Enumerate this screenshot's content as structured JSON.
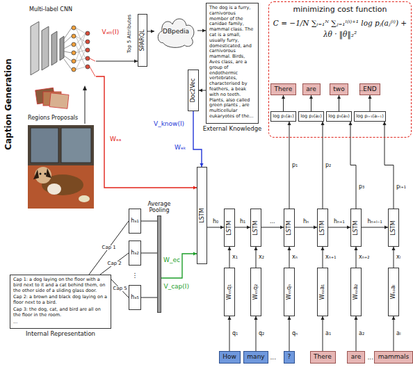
{
  "diagram": {
    "nodes": [
      {
        "text": [
          "Multi-label CNN"
        ]
      },
      {
        "text": [
          "SPARQL"
        ]
      },
      {
        "text": [
          "DBpedia"
        ]
      },
      {
        "text": [
          "The dog is a furry, carnivorous member of the canidae family, mammal class. The cat is a small, usually furry, domesticated, and carnivorous mammal. Birds, Aves class, are a group of endothermic vertebrates, characterised by feathers, a beak with no teeth. Plants, also called green plants , are multicellular eukaryotes of the...",
          "External Knowledge"
        ]
      },
      {
        "text": [
          "Doc2Vec"
        ]
      },
      {
        "text": [
          "Cap 1: a dog laying on the floor with a bird next to it and a cat behind them, on the other side of a sliding glass door.",
          "Cap 2: a brown and black dog laying on a floor next to a bird.",
          "Cap 3: the dog, cat, and bird are all on the floor in the room.",
          "...",
          "Internal Representation"
        ]
      },
      {
        "text": [
          "hₛ₁"
        ]
      },
      {
        "text": [
          "hₛ₂"
        ]
      },
      {
        "text": [
          "hₛ₅"
        ]
      },
      {
        "text": [
          "Average Pooling"
        ]
      },
      {
        "text": [
          "LSTM"
        ]
      },
      {
        "text": [
          "LSTM"
        ]
      },
      {
        "text": [
          "LSTM"
        ]
      },
      {
        "text": [
          "LSTM"
        ]
      },
      {
        "text": [
          "LSTM"
        ]
      },
      {
        "text": [
          "LSTM"
        ]
      },
      {
        "text": [
          "LSTM"
        ]
      },
      {
        "text": [
          "Wₑₛq₁"
        ]
      },
      {
        "text": [
          "Wₑₛq₂"
        ]
      },
      {
        "text": [
          "Wₑₛqₙ"
        ]
      },
      {
        "text": [
          "Wₑₐa₁"
        ]
      },
      {
        "text": [
          "Wₑₐa₂"
        ]
      },
      {
        "text": [
          "Wₑₐaₗ"
        ]
      },
      {
        "text": [
          "How"
        ]
      },
      {
        "text": [
          "many"
        ]
      },
      {
        "text": [
          "?"
        ]
      },
      {
        "text": [
          "There"
        ]
      },
      {
        "text": [
          "are"
        ]
      },
      {
        "text": [
          "mammals"
        ]
      },
      {
        "text": [
          "minimizing cost function",
          "C = −1/N ∑ᵢ₌₁ᴺ ∑ⱼ₌₁ˡ⁽ⁱ⁾⁺¹ log pⱼ(aⱼ⁽ⁱ⁾) + λθ · ‖θ‖₂²"
        ]
      },
      {
        "text": [
          "log p₁(a₁)"
        ],
        "in": 29
      },
      {
        "text": [
          "log p₂(a₂)"
        ],
        "in": 29
      },
      {
        "text": [
          "log p₃(a₃)"
        ],
        "in": 29
      },
      {
        "text": [
          "log pₗ₊₁(aₗ₊₁)"
        ],
        "in": 29
      },
      {
        "text": [
          "There"
        ],
        "in": 29
      },
      {
        "text": [
          "are"
        ],
        "in": 29
      },
      {
        "text": [
          "two"
        ],
        "in": 29
      },
      {
        "text": [
          "END"
        ],
        "in": 29
      }
    ],
    "edges": [
      {
        "from": 0,
        "to": 1,
        "label": "Top 5 Attributes",
        "arrow": "to"
      },
      {
        "from": 1,
        "to": 2,
        "arrow": "to"
      },
      {
        "from": 2,
        "to": 3,
        "arrow": "to"
      },
      {
        "from": 3,
        "to": 4,
        "arrow": "to"
      },
      {
        "from": 4,
        "to": 10,
        "label": "Wₑₖ",
        "arrow": "to"
      },
      {
        "from": 0,
        "to": 10,
        "label": "Wₑₐ",
        "arrow": "to"
      },
      {
        "from": 5,
        "to": 6,
        "label": "Cap 1",
        "arrow": "none"
      },
      {
        "from": 5,
        "to": 7,
        "label": "Cap 2",
        "arrow": "none"
      },
      {
        "from": 5,
        "to": 8,
        "label": "Cap 5",
        "arrow": "none"
      },
      {
        "from": 6,
        "to": 9,
        "arrow": "none"
      },
      {
        "from": 7,
        "to": 9,
        "arrow": "none"
      },
      {
        "from": 8,
        "to": 9,
        "arrow": "none"
      },
      {
        "from": 9,
        "to": 10,
        "label": "W_ec",
        "arrow": "to"
      },
      {
        "from": 10,
        "to": 11,
        "label": "h₀",
        "arrow": "to"
      },
      {
        "from": 11,
        "to": 12,
        "label": "h₁",
        "arrow": "to"
      },
      {
        "from": 12,
        "to": 13,
        "label": "...",
        "arrow": "to"
      },
      {
        "from": 13,
        "to": 14,
        "label": "hₙ",
        "arrow": "to"
      },
      {
        "from": 14,
        "to": 15,
        "label": "hₙ₊₁",
        "arrow": "to"
      },
      {
        "from": 15,
        "to": 16,
        "label": "hₙ₊ₗ₋₁",
        "arrow": "to"
      },
      {
        "from": 17,
        "to": 11,
        "label": "x₁",
        "arrow": "to"
      },
      {
        "from": 18,
        "to": 12,
        "label": "x₂",
        "arrow": "to"
      },
      {
        "from": 19,
        "to": 13,
        "label": "xₙ",
        "arrow": "to"
      },
      {
        "from": 20,
        "to": 14,
        "label": "xₙ₊₁",
        "arrow": "to"
      },
      {
        "from": 21,
        "to": 15,
        "label": "xₙ₊₂",
        "arrow": "to"
      },
      {
        "from": 22,
        "to": 16,
        "label": "xₗ",
        "arrow": "to"
      },
      {
        "from": 23,
        "to": 17,
        "label": "q₁",
        "arrow": "to"
      },
      {
        "from": 24,
        "to": 18,
        "label": "q₂",
        "arrow": "to"
      },
      {
        "from": 25,
        "to": 19,
        "label": "qₙ",
        "arrow": "to"
      },
      {
        "from": 26,
        "to": 20,
        "label": "a₁",
        "arrow": "to"
      },
      {
        "from": 27,
        "to": 21,
        "label": "a₂",
        "arrow": "to"
      },
      {
        "from": 28,
        "to": 22,
        "label": "aₗ",
        "arrow": "to"
      },
      {
        "from": 13,
        "to": 30,
        "label": "p₁",
        "arrow": "to"
      },
      {
        "from": 14,
        "to": 31,
        "label": "p₂",
        "arrow": "to"
      },
      {
        "from": 15,
        "to": 32,
        "label": "p₃",
        "arrow": "to"
      },
      {
        "from": 16,
        "to": 33,
        "label": "pₗ₊₁",
        "arrow": "to"
      },
      {
        "from": 30,
        "to": 34,
        "arrow": "to"
      },
      {
        "from": 31,
        "to": 35,
        "arrow": "to"
      },
      {
        "from": 32,
        "to": 36,
        "arrow": "to"
      },
      {
        "from": 33,
        "to": 37,
        "arrow": "to"
      }
    ],
    "labels": [
      "Caption Generation",
      "Vₐₜₜ(I)",
      "Regions Proposals",
      "V_know(I)",
      "V_cap(I)",
      "⋮",
      "...",
      "...",
      "..."
    ]
  }
}
